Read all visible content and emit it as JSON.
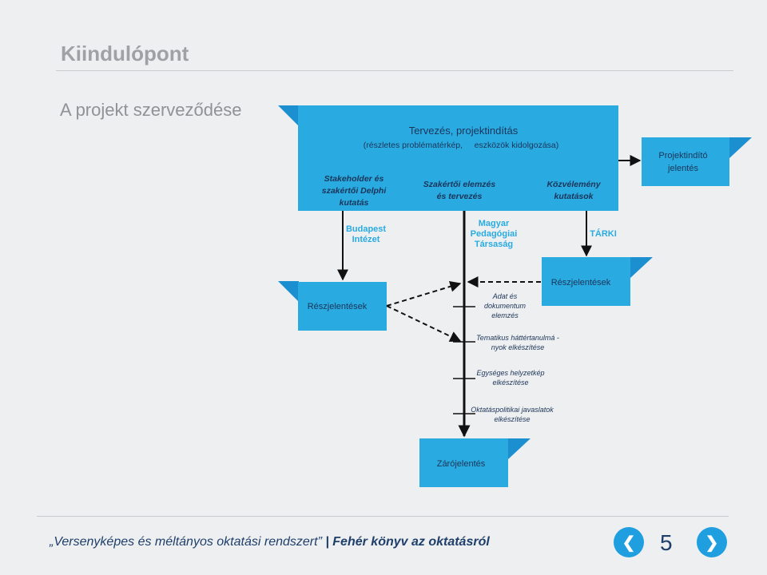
{
  "header": {
    "title": "Kiindulópont",
    "subtitle": "A projekt szerveződése"
  },
  "colors": {
    "box": "#29abe2",
    "box_dark": "#1c8fd0",
    "text_on_box": "#1b3458",
    "line": "#111111"
  },
  "diagram": {
    "main_box": {
      "title": "Tervezés, projektindítás",
      "subtitle": "(részletes problématérkép,     eszközök kidolgozása)",
      "col1": [
        "Stakeholder és",
        "szakértői Delphi",
        "kutatás"
      ],
      "col2": [
        "Szakértői elemzés",
        "és tervezés"
      ],
      "col3": [
        "Közvélemény",
        "kutatások"
      ]
    },
    "projektindito": [
      "Projektindító",
      "jelentés"
    ],
    "budapest_intezet": [
      "Budapest",
      "Intézet"
    ],
    "magyar_pedagogiai": [
      "Magyar",
      "Pedagógiai",
      "Társaság"
    ],
    "tarki": "TÁRKI",
    "reszjelentesek_left": "Részjelentések",
    "reszjelentesek_right": "Részjelentések",
    "steps": [
      [
        "Adat és",
        "dokumentum",
        "elemzés"
      ],
      [
        "Tematikus háttértanulmá -",
        "nyok elkészítése"
      ],
      [
        "Egységes helyzetkép",
        "elkészítése"
      ],
      [
        "Oktatáspolitikai javaslatok",
        "elkészítése"
      ]
    ],
    "zarojelentes": "Zárójelentés"
  },
  "footer": {
    "quote": "„Versenyképes és méltányos oktatási rendszert”",
    "separator": "|",
    "book": "Fehér könyv az oktatásról",
    "page": "5",
    "prev_icon": "chevron-left-icon",
    "next_icon": "chevron-right-icon"
  }
}
